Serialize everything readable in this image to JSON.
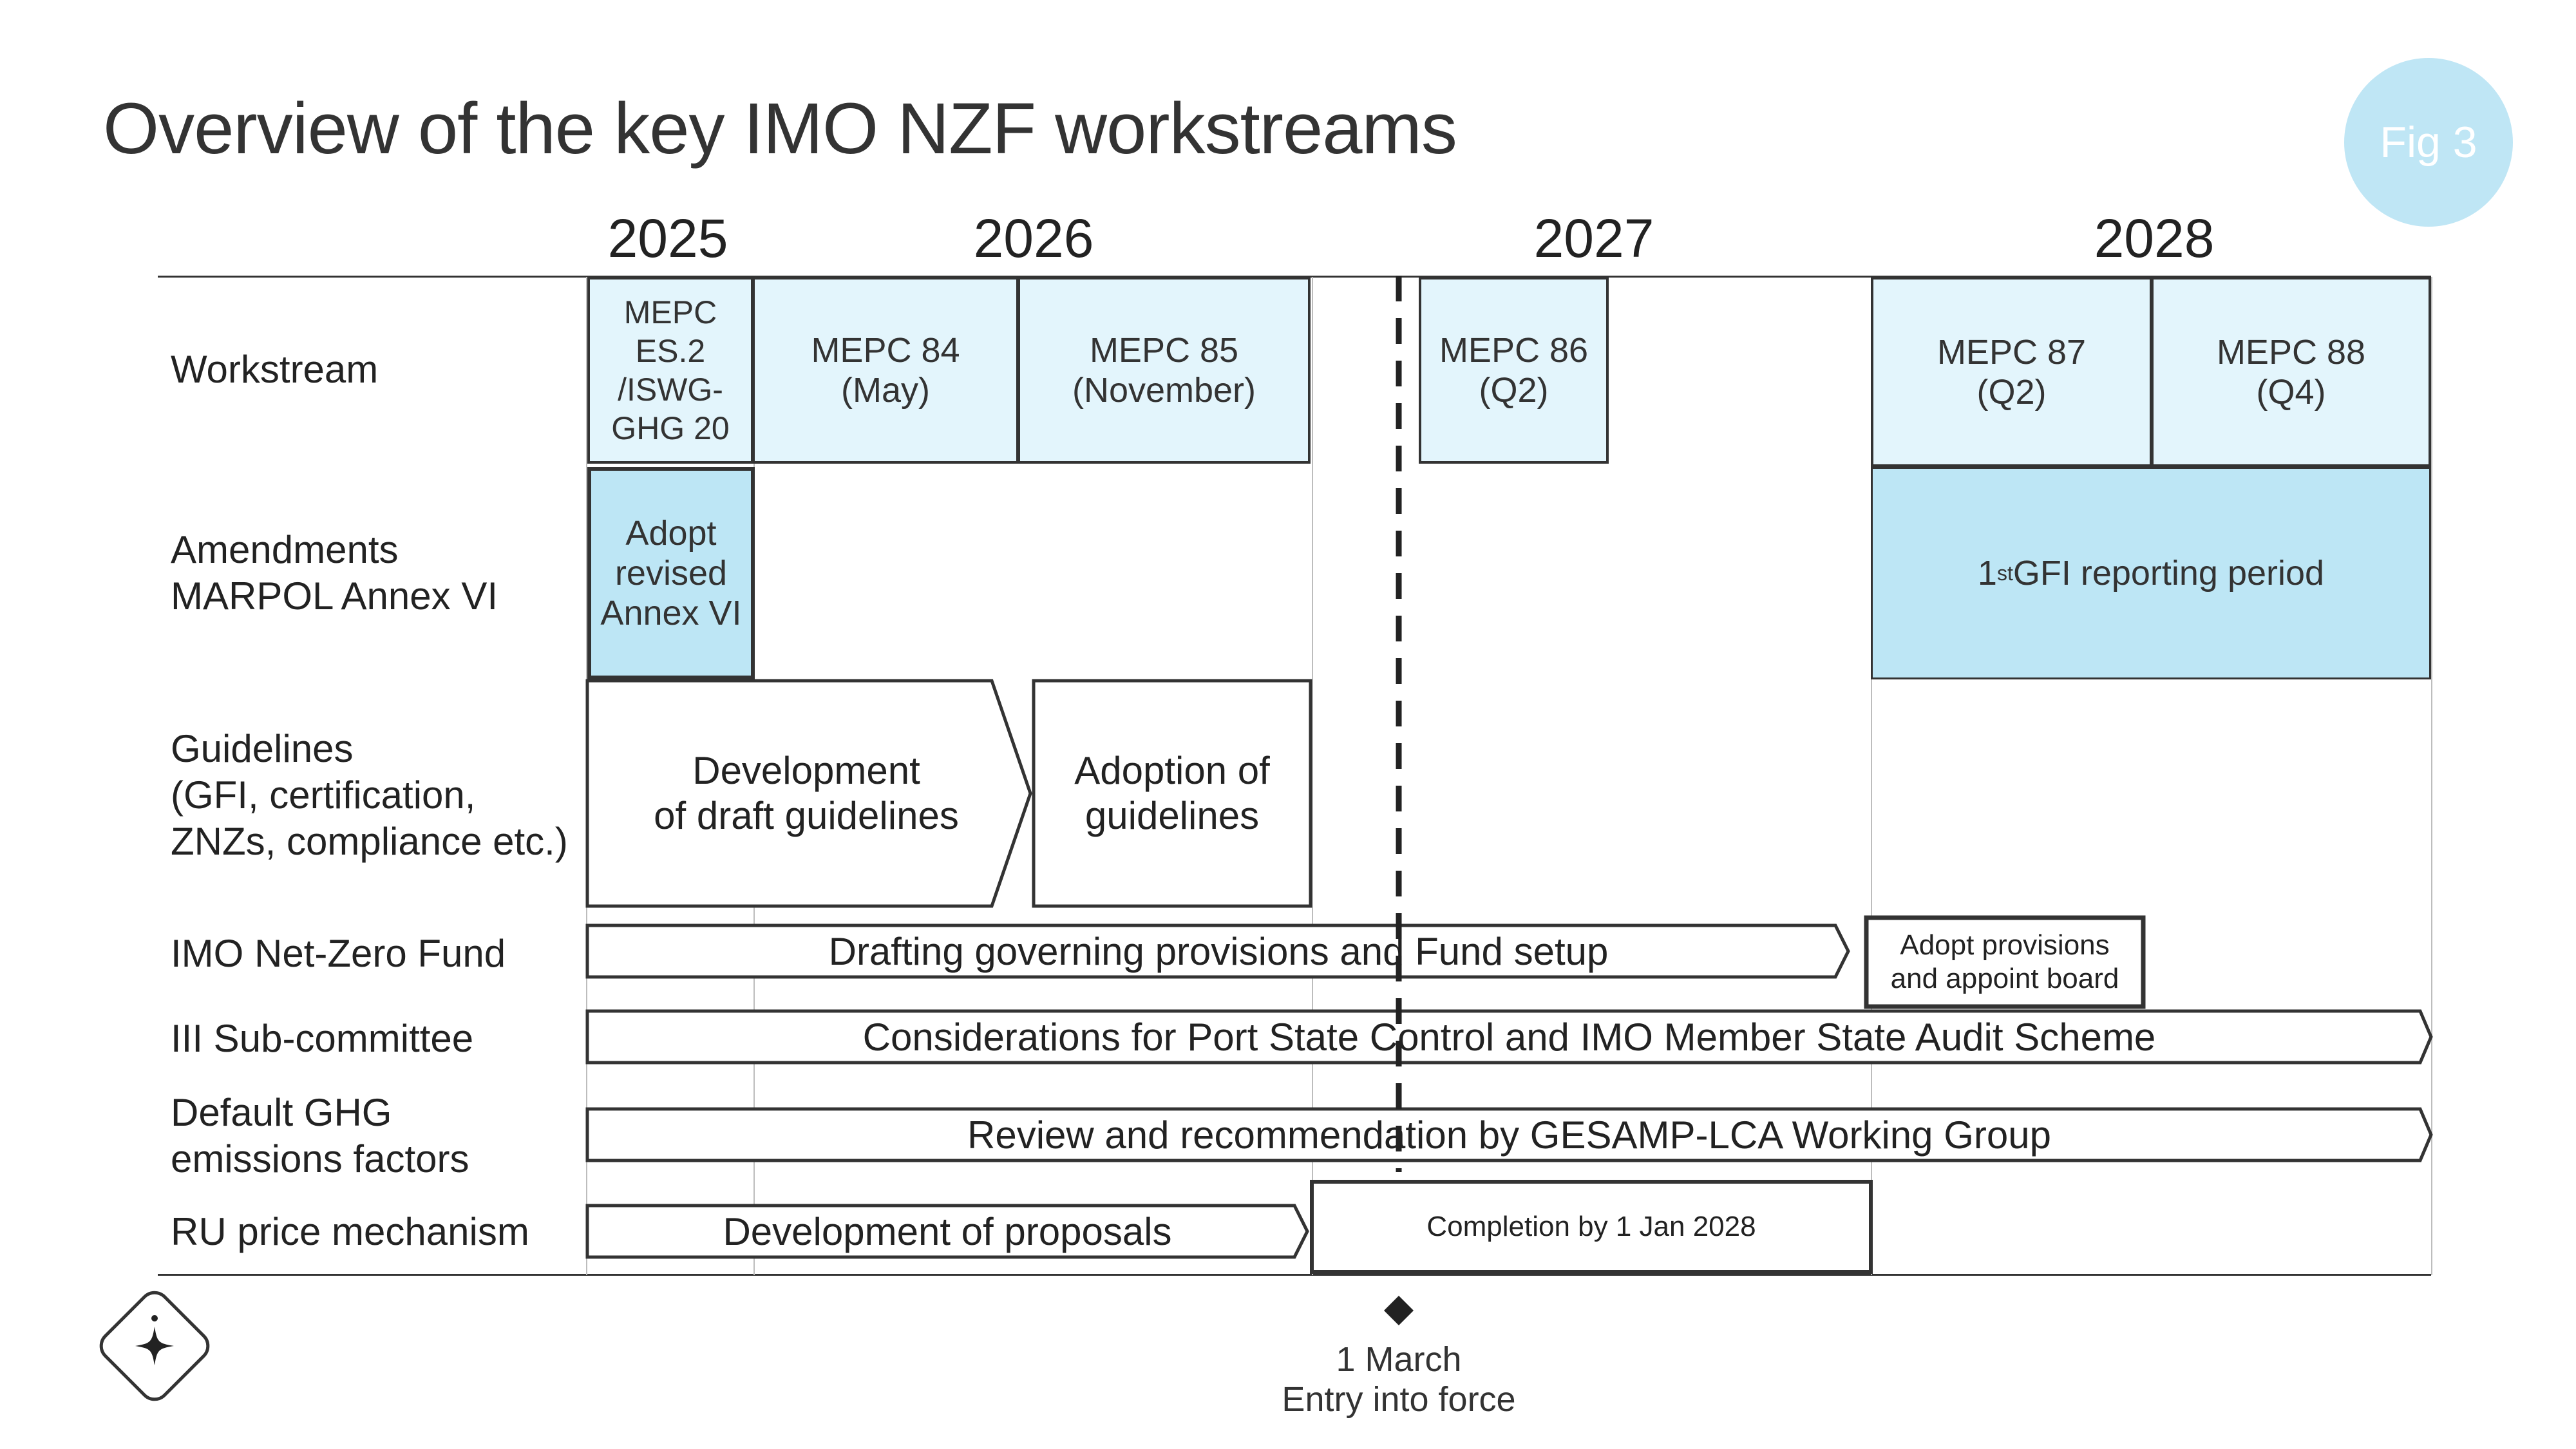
{
  "title": "Overview of the key IMO NZF workstreams",
  "badge": "Fig 3",
  "years": [
    "2025",
    "2026",
    "2027",
    "2028"
  ],
  "row_labels": {
    "workstream": "Workstream",
    "amendments": "Amendments\nMARPOL Annex VI",
    "guidelines": "Guidelines\n(GFI, certification,\nZNZs, compliance etc.)",
    "fund": "IMO Net-Zero Fund",
    "iii": "III Sub-committee",
    "ghg": "Default GHG\nemissions factors",
    "ru": "RU price mechanism"
  },
  "meetings": {
    "es2": "MEPC\nES.2\n/ISWG-\nGHG 20",
    "m84": "MEPC 84\n(May)",
    "m85": "MEPC 85\n(November)",
    "m86": "MEPC 86\n(Q2)",
    "m87": "MEPC 87\n(Q2)",
    "m88": "MEPC 88\n(Q4)"
  },
  "amendments": {
    "adopt": "Adopt\nrevised\nAnnex VI",
    "reporting_sup": "st",
    "reporting_num": "1",
    "reporting_rest": " GFI reporting period"
  },
  "guidelines": {
    "development": "Development\nof draft guidelines",
    "adoption": "Adoption of\nguidelines"
  },
  "fund": {
    "drafting": "Drafting governing provisions and Fund setup",
    "adopt_board": "Adopt provisions\nand appoint board"
  },
  "iii": {
    "considerations": "Considerations for Port State Control and IMO Member State Audit Scheme"
  },
  "ghg": {
    "review": "Review and recommendation by GESAMP-LCA Working Group"
  },
  "ru": {
    "proposals": "Development of proposals",
    "completion": "Completion by 1 Jan 2028"
  },
  "milestone": {
    "date": "1 March",
    "label": "Entry into force"
  },
  "colors": {
    "light_blue": "#e3f5fc",
    "mid_blue": "#bde6f5",
    "badge": "#bfe6f5",
    "line": "#333333"
  },
  "icons": {
    "logo": "sparkle-diamond-icon"
  }
}
